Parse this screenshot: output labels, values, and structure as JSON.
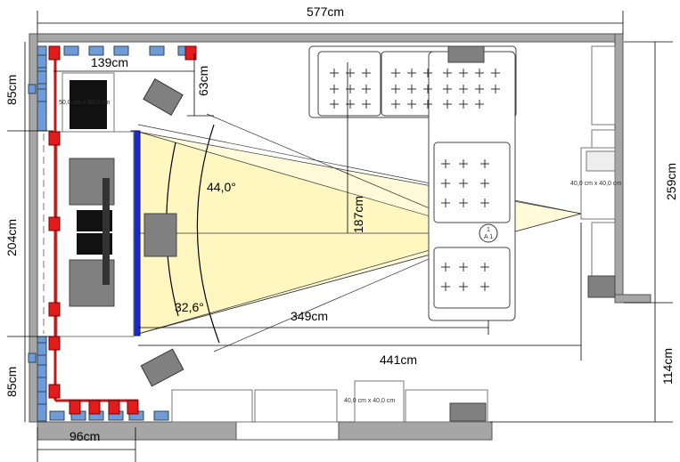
{
  "dimensions": {
    "room_width": "577cm",
    "room_depth": "259cm",
    "lower_depth": "114cm",
    "left_top": "85cm",
    "left_middle": "204cm",
    "left_bottom": "85cm",
    "bottom_left": "96cm",
    "top_inner": "139cm",
    "top_small": "63cm",
    "screen_to_seat": "187cm",
    "angle_wide": "44,0°",
    "angle_narrow": "32,6°",
    "dist_seat": "349cm",
    "dist_back": "441cm"
  },
  "labels": {
    "tv_size": "50,0 cm x 50,0 cm",
    "side_box": "40,0 cm x 40,0 cm",
    "bottom_box": "40,0 cm x 40,0 cm",
    "seat_top": "1",
    "seat_bottom": "A 1"
  },
  "colors": {
    "wall": "#a6a6a6",
    "screen": "#1b2ac4",
    "speaker_red": "#e31b1b",
    "panel_blue": "#6f9bd8",
    "cone": "#fffbd9",
    "furniture": "#808080"
  }
}
